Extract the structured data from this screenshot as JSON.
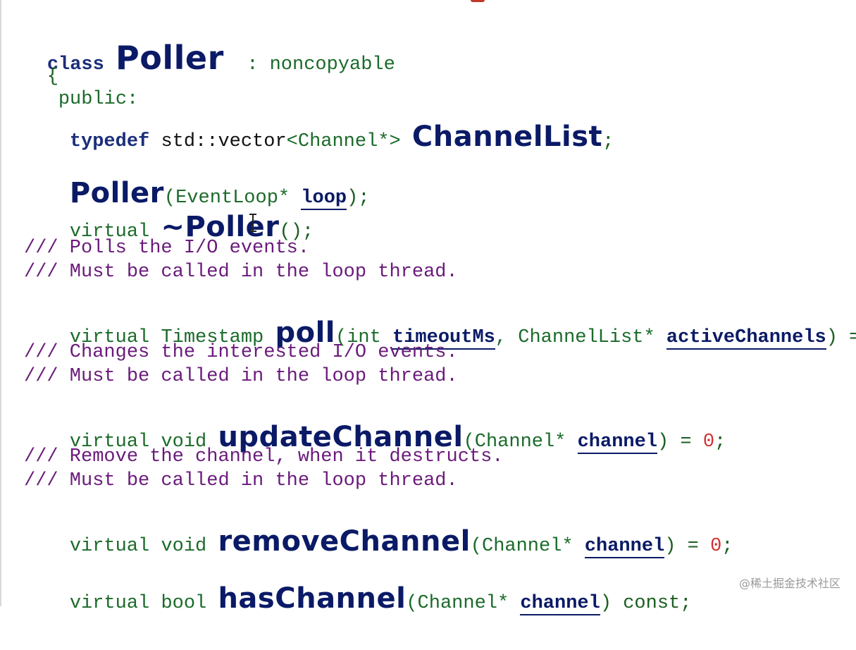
{
  "code": {
    "class_keyword": "class",
    "class_name": "Poller",
    "inheritance": ": noncopyable",
    "open_brace": "{",
    "access": "public:",
    "typedef_keyword": "typedef",
    "typedef_type": "std::vector",
    "typedef_template": "<Channel*>",
    "typedef_name": "ChannelList",
    "semicolon": ";",
    "ctor_name": "Poller",
    "ctor_open": "(",
    "ctor_param_type": "EventLoop* ",
    "ctor_param": "loop",
    "ctor_close": ");",
    "virtual_keyword": "virtual",
    "dtor_name": "~Poller",
    "dtor_parens": "();",
    "poll_comment_1": "/// Polls the I/O events.",
    "poll_comment_2": "/// Must be called in the loop thread.",
    "poll_return": "Timestamp",
    "poll_name": "poll",
    "poll_open": "(int ",
    "poll_param_1": "timeoutMs",
    "poll_mid": ", ChannelList* ",
    "poll_param_2": "activeChannels",
    "pure_tail_open": ") = ",
    "zero": "0",
    "update_comment_1": "/// Changes the interested I/O events.",
    "update_comment_2": "/// Must be called in the loop thread.",
    "void_keyword": "void",
    "update_name": "updateChannel",
    "channel_open": "(Channel* ",
    "channel_param": "channel",
    "remove_comment_1": "/// Remove the channel, when it destructs.",
    "remove_comment_2": "/// Must be called in the loop thread.",
    "remove_name": "removeChannel",
    "bool_keyword": "bool",
    "has_name": "hasChannel",
    "has_tail": ") const;"
  },
  "watermark": "@稀土掘金技术社区",
  "colors": {
    "keyword": "#1b2e7a",
    "identifier": "#0a1a66",
    "type": "#1b6b2a",
    "comment": "#6a1b7a",
    "literal": "#d32f2f"
  }
}
